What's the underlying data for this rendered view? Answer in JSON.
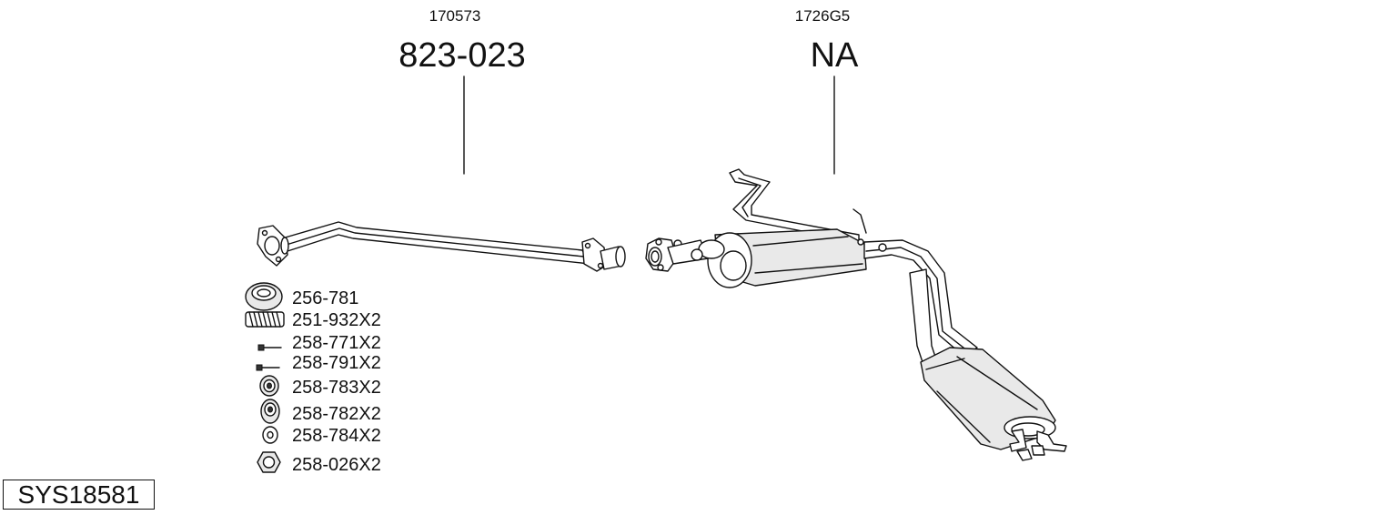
{
  "diagram": {
    "front_pipe": {
      "ref_code": "170573",
      "part_number": "823-023"
    },
    "rear_section": {
      "ref_code": "1726G5",
      "part_number": "NA"
    },
    "fittings": [
      {
        "label": "256-781",
        "icon": "flange-gasket-icon"
      },
      {
        "label": "251-932X2",
        "icon": "spring-icon"
      },
      {
        "label": "258-771X2",
        "icon": "bolt-icon"
      },
      {
        "label": "258-791X2",
        "icon": "bolt-icon"
      },
      {
        "label": "258-783X2",
        "icon": "rubber-mount-icon"
      },
      {
        "label": "258-782X2",
        "icon": "rubber-mount-icon"
      },
      {
        "label": "258-784X2",
        "icon": "washer-icon"
      },
      {
        "label": "258-026X2",
        "icon": "hex-nut-icon"
      }
    ],
    "system_code": "SYS18581"
  }
}
